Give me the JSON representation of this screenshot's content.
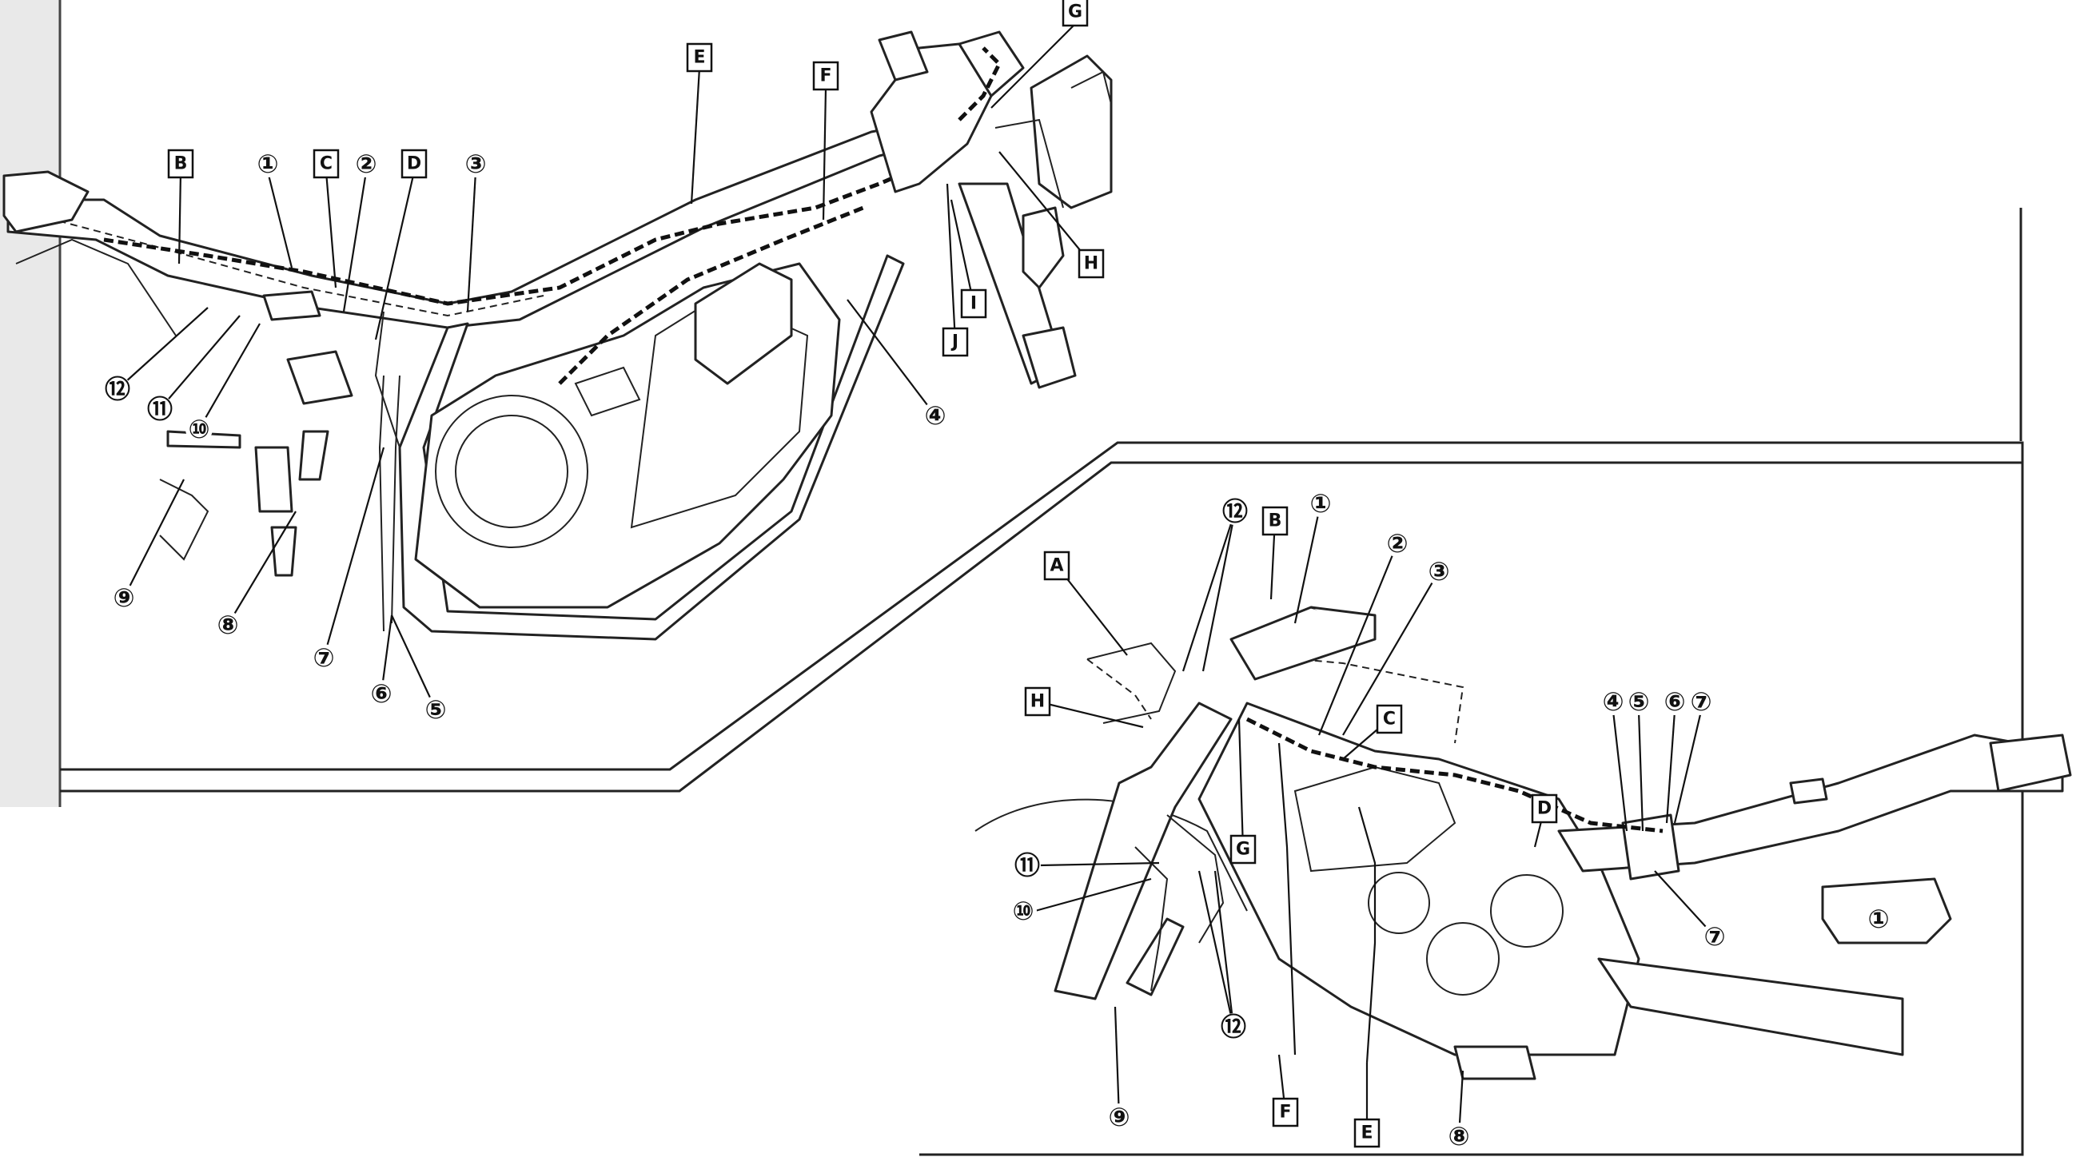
{
  "diagram": {
    "label_markers": [
      "B",
      "①",
      "C",
      "②",
      "D",
      "③",
      "E",
      "F",
      "G",
      "H",
      "I",
      "J",
      "④",
      "⑤",
      "⑥",
      "⑦",
      "⑧",
      "⑨",
      "⑩",
      "⑪",
      "⑫",
      "A",
      "⑫",
      "B",
      "①",
      "②",
      "③",
      "H",
      "C",
      "D",
      "④",
      "⑤",
      "⑥",
      "⑦",
      "⑦",
      "G",
      "⑪",
      "⑩",
      "⑫",
      "⑨",
      "F",
      "E",
      "⑧",
      "①"
    ]
  }
}
